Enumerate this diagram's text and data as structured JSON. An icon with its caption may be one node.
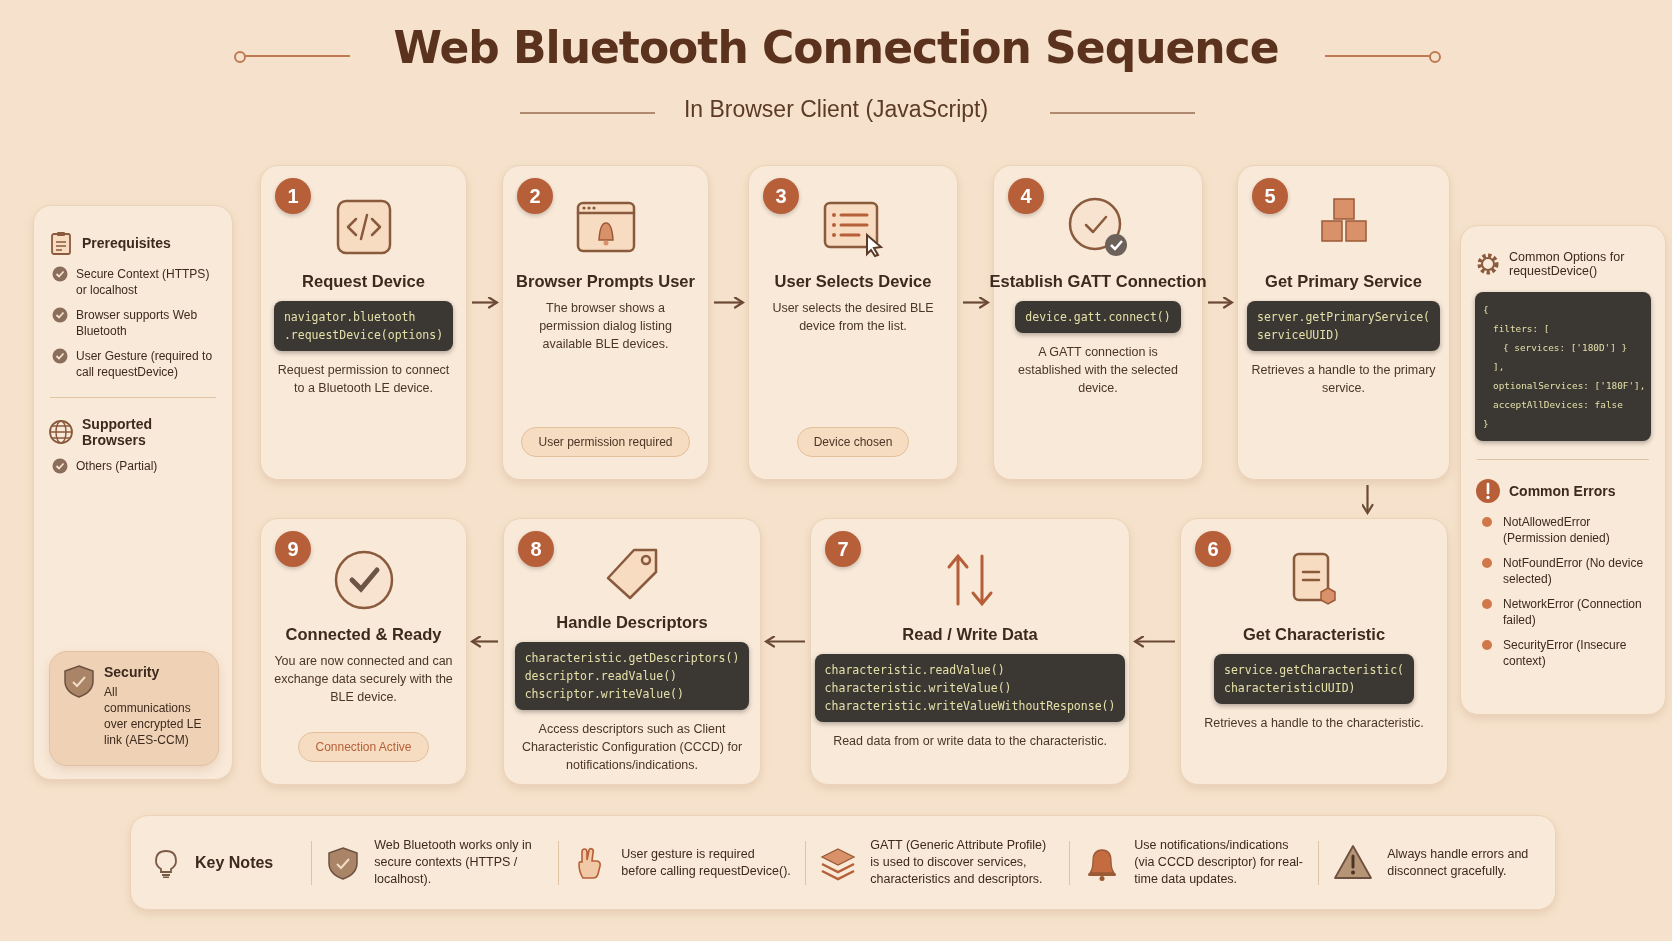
{
  "diagram": {
    "title": "Web Bluetooth Connection Sequence",
    "nodes": [
      {
        "text": [
          "1",
          "Request Device",
          "navigator.bluetooth",
          ".requestDevice(options)",
          "Request permission to connect to a Bluetooth LE device."
        ]
      },
      {
        "text": [
          "2",
          "Browser Prompts User",
          "The browser shows a permission dialog listing available BLE devices.",
          "User permission required"
        ]
      },
      {
        "text": [
          "3",
          "User Selects Device",
          "User selects the desired BLE device from the list.",
          "Device chosen"
        ]
      },
      {
        "text": [
          "4",
          "Establish GATT Connection",
          "device.gatt.connect()",
          "A GATT connection is established with the selected device."
        ]
      },
      {
        "text": [
          "5",
          "Get Primary Service",
          "server.getPrimaryService(",
          "serviceUUID)",
          "Retrieves a handle to the primary service."
        ]
      },
      {
        "text": [
          "6",
          "Get Characteristic",
          "service.getCharacteristic(",
          "characteristicUUID)",
          "Retrieves a handle to the characteristic."
        ]
      },
      {
        "text": [
          "7",
          "Read / Write Data",
          "characteristic.readValue()",
          "characteristic.writeValue()",
          "characteristic.writeValueWithoutResponse()",
          "Read data from or write data to the characteristic."
        ]
      },
      {
        "text": [
          "8",
          "Handle Descriptors",
          "characteristic.getDescriptors()",
          "descriptor.readValue()",
          "chscriptor.writeValue()",
          "Access descriptors such as Client Characteristic Configuration (CCCD) for notifications/indications."
        ]
      },
      {
        "text": [
          "9",
          "Connected & Ready",
          "You are now connected and can exchange data securely with the BLE device.",
          "Connection Active"
        ]
      },
      {
        "text": [
          "Prerequisites",
          "Secure Context (HTTPS) or localhost",
          "Browser supports Web Bluetooth",
          "User Gesture (required to call requestDevice)",
          "Supported Browsers",
          "Others (Partial)"
        ]
      },
      {
        "text": [
          "Security",
          "All communications over encrypted LE link (AES-CCM)"
        ],
        "in": 9
      },
      {
        "text": [
          "Common Options for requestDevice()",
          "{",
          "filters: [",
          "{ services: ['180D'] }",
          "],",
          "optionalServices: ['180F'],",
          "acceptAllDevices: false",
          "}",
          "Common Errors",
          "NotAllowedError (Permission denied)",
          "NotFoundError (No device selected)",
          "NetworkError (Connection failed)",
          "SecurityError (Insecure context)"
        ]
      },
      {
        "text": [
          "Key Notes",
          "Web Bluetooth works only in secure contexts (HTTPS / localhost).",
          "User gesture is required before calling requestDevice().",
          "GATT (Generic Attribute Profile) is used to discover services, characteristics and descriptors.",
          "Use notifications/indications (via CCCD descriptor) for real-time data updates.",
          "Always handle errors and disconnect gracefully."
        ]
      }
    ],
    "edges": [
      {
        "from": 0,
        "to": 1,
        "arrow": "to"
      },
      {
        "from": 1,
        "to": 2,
        "arrow": "to"
      },
      {
        "from": 2,
        "to": 3,
        "arrow": "to"
      },
      {
        "from": 3,
        "to": 4,
        "arrow": "to"
      },
      {
        "from": 4,
        "to": 5,
        "arrow": "to"
      },
      {
        "from": 5,
        "to": 6,
        "arrow": "to"
      },
      {
        "from": 6,
        "to": 7,
        "arrow": "to"
      },
      {
        "from": 7,
        "to": 8,
        "arrow": "to"
      }
    ],
    "labels": [
      "In Browser Client (JavaScript)"
    ]
  }
}
